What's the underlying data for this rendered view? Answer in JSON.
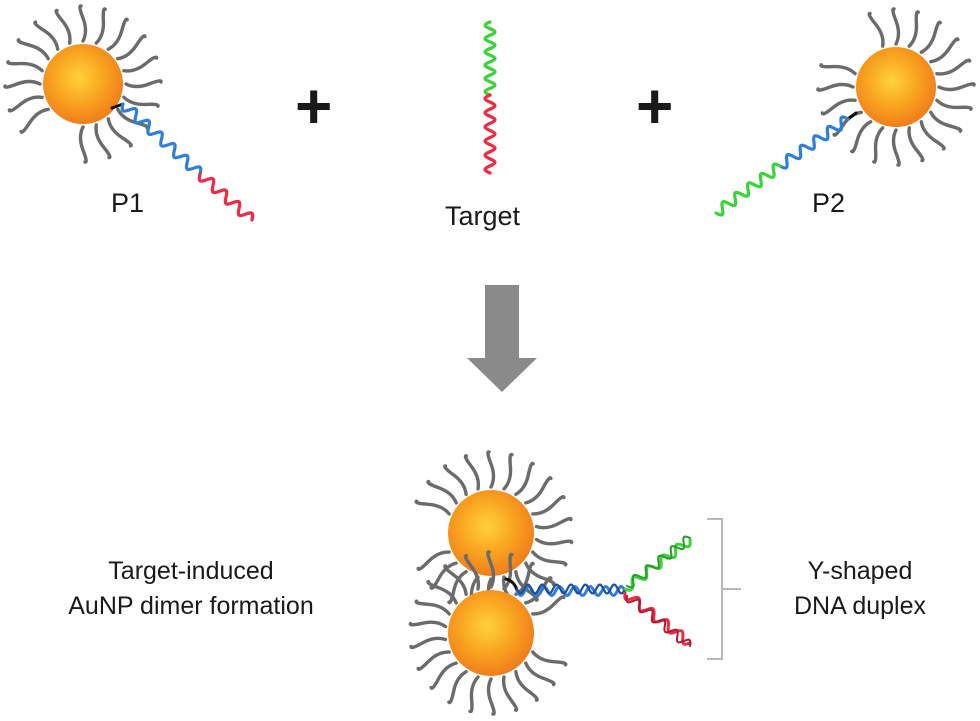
{
  "labels": {
    "p1": "P1",
    "p2": "P2",
    "target": "Target",
    "plus_left": "+",
    "plus_right": "+",
    "left_caption_line1": "Target-induced",
    "left_caption_line2": "AuNP dimer formation",
    "right_caption_line1": "Y-shaped",
    "right_caption_line2": "DNA duplex"
  },
  "icons": {
    "nanoparticle": "gold-nanoparticle-icon",
    "arrow": "down-arrow-icon",
    "bracket": "bracket-icon"
  },
  "colors": {
    "particle_core": "#ffd23a",
    "particle_mid": "#f8a21f",
    "particle_edge": "#f07b1c",
    "ligand": "#6b6b6b",
    "linker": "#111111",
    "strand_blue": "#2f7fd8",
    "strand_red": "#ee2a45",
    "strand_green": "#3ad33a",
    "arrow": "#8a8a8a",
    "bracket": "#b8b8b8"
  }
}
